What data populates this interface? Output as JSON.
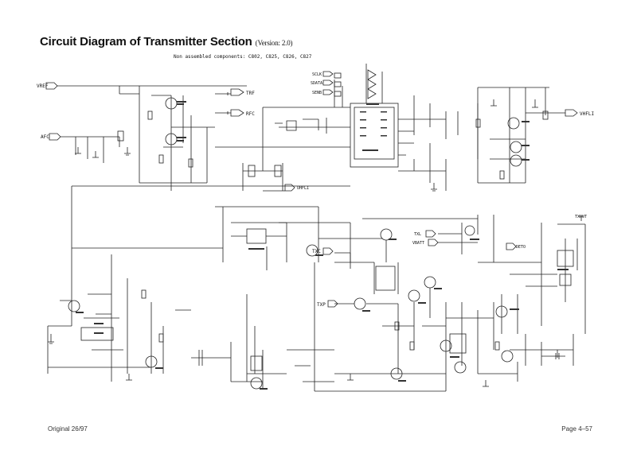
{
  "title": "Circuit Diagram of Transmitter Section",
  "version": "(Version: 2.0)",
  "note": "Non assembled components: C802, C825, C826, C827",
  "footer": {
    "left": "Original 26/97",
    "right": "Page 4–57"
  },
  "labels": {
    "vref": "VREF",
    "afc": "AFC",
    "trf": "TRF",
    "rfc": "RFC",
    "sclk": "SCLK",
    "sdata": "SDATA",
    "senb": "SENB",
    "vhfli": "VHFLI",
    "uhfli": "UHFLI",
    "txout": "TXOUT",
    "txl": "TXL",
    "vbatt": "VBATT",
    "deto": "DETO",
    "txc": "TXC",
    "txp": "TXP"
  }
}
